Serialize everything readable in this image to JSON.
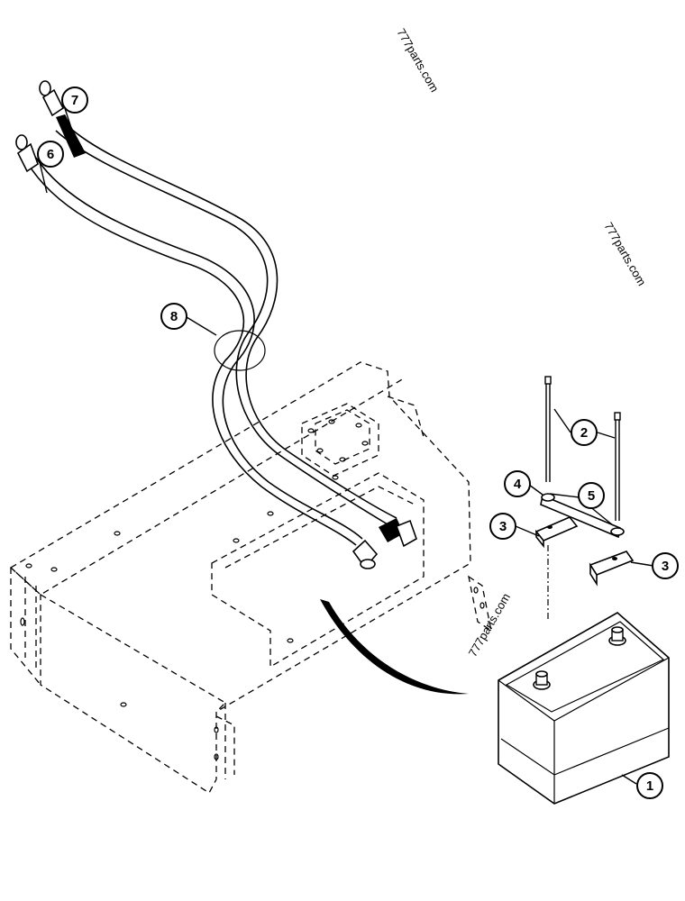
{
  "watermarks": [
    "777parts.com",
    "777parts.com",
    "777parts.com"
  ],
  "callouts": [
    {
      "number": "1",
      "part": "battery"
    },
    {
      "number": "2",
      "part": "bolt"
    },
    {
      "number": "3",
      "part": "bracket"
    },
    {
      "number": "3",
      "part": "bracket"
    },
    {
      "number": "4",
      "part": "washer"
    },
    {
      "number": "5",
      "part": "hold-down-strap"
    },
    {
      "number": "6",
      "part": "negative-cable"
    },
    {
      "number": "7",
      "part": "positive-cable"
    },
    {
      "number": "8",
      "part": "cable-bundle"
    }
  ]
}
